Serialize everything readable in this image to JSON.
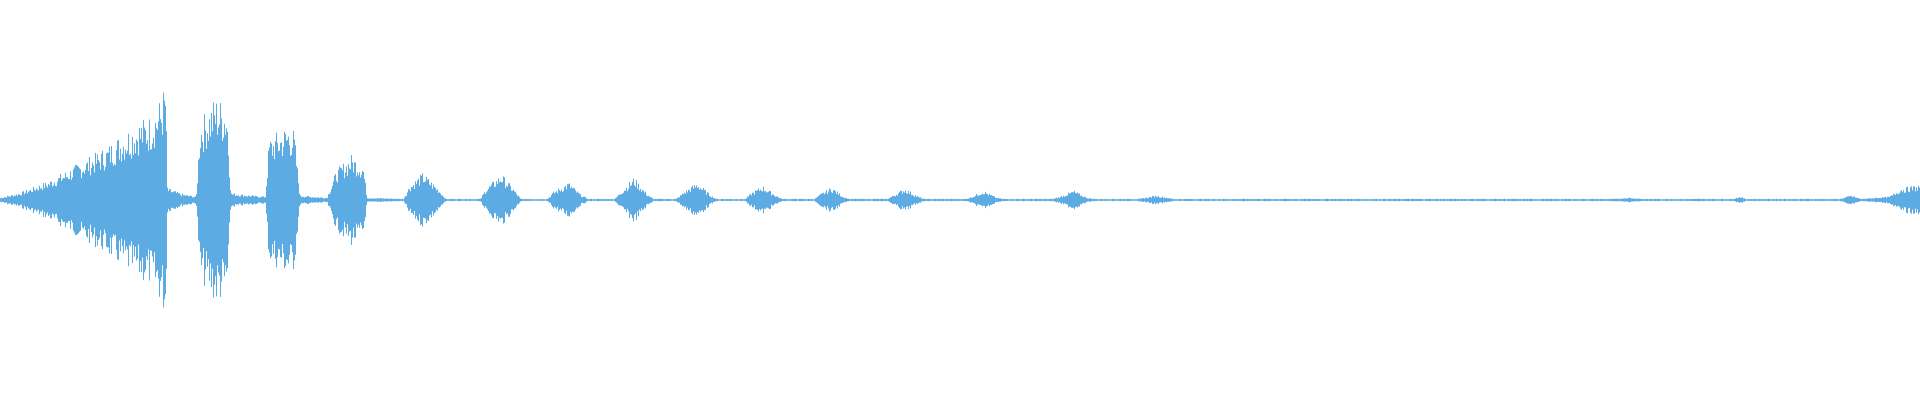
{
  "waveform": {
    "color": "#5dabe3",
    "background": "#ffffff",
    "envelope": [
      [
        0.0,
        0.02
      ],
      [
        0.01,
        0.06
      ],
      [
        0.025,
        0.16
      ],
      [
        0.04,
        0.3
      ],
      [
        0.055,
        0.44
      ],
      [
        0.065,
        0.58
      ],
      [
        0.072,
        0.66
      ],
      [
        0.078,
        0.7
      ],
      [
        0.084,
        0.86
      ],
      [
        0.086,
        1.0
      ],
      [
        0.087,
        0.1
      ],
      [
        0.095,
        0.05
      ],
      [
        0.102,
        0.03
      ],
      [
        0.104,
        0.66
      ],
      [
        0.112,
        0.86
      ],
      [
        0.118,
        0.8
      ],
      [
        0.12,
        0.06
      ],
      [
        0.13,
        0.04
      ],
      [
        0.138,
        0.03
      ],
      [
        0.14,
        0.52
      ],
      [
        0.15,
        0.63
      ],
      [
        0.153,
        0.58
      ],
      [
        0.156,
        0.04
      ],
      [
        0.17,
        0.02
      ],
      [
        0.175,
        0.25
      ],
      [
        0.183,
        0.38
      ],
      [
        0.189,
        0.3
      ],
      [
        0.191,
        0.02
      ],
      [
        0.21,
        0.01
      ],
      [
        0.213,
        0.12
      ],
      [
        0.22,
        0.23
      ],
      [
        0.228,
        0.1
      ],
      [
        0.232,
        0.01
      ],
      [
        0.25,
        0.01
      ],
      [
        0.253,
        0.1
      ],
      [
        0.261,
        0.22
      ],
      [
        0.268,
        0.08
      ],
      [
        0.271,
        0.01
      ],
      [
        0.285,
        0.01
      ],
      [
        0.288,
        0.07
      ],
      [
        0.296,
        0.15
      ],
      [
        0.302,
        0.05
      ],
      [
        0.306,
        0.01
      ],
      [
        0.32,
        0.01
      ],
      [
        0.323,
        0.07
      ],
      [
        0.33,
        0.19
      ],
      [
        0.337,
        0.05
      ],
      [
        0.34,
        0.01
      ],
      [
        0.352,
        0.01
      ],
      [
        0.356,
        0.07
      ],
      [
        0.363,
        0.15
      ],
      [
        0.37,
        0.04
      ],
      [
        0.373,
        0.01
      ],
      [
        0.388,
        0.01
      ],
      [
        0.391,
        0.06
      ],
      [
        0.397,
        0.12
      ],
      [
        0.404,
        0.04
      ],
      [
        0.407,
        0.01
      ],
      [
        0.424,
        0.01
      ],
      [
        0.427,
        0.05
      ],
      [
        0.433,
        0.11
      ],
      [
        0.439,
        0.03
      ],
      [
        0.442,
        0.01
      ],
      [
        0.462,
        0.01
      ],
      [
        0.465,
        0.04
      ],
      [
        0.471,
        0.1
      ],
      [
        0.478,
        0.03
      ],
      [
        0.481,
        0.01
      ],
      [
        0.503,
        0.01
      ],
      [
        0.506,
        0.03
      ],
      [
        0.512,
        0.08
      ],
      [
        0.519,
        0.02
      ],
      [
        0.522,
        0.01
      ],
      [
        0.548,
        0.01
      ],
      [
        0.552,
        0.03
      ],
      [
        0.559,
        0.08
      ],
      [
        0.566,
        0.02
      ],
      [
        0.57,
        0.01
      ],
      [
        0.593,
        0.01
      ],
      [
        0.596,
        0.02
      ],
      [
        0.602,
        0.04
      ],
      [
        0.608,
        0.02
      ],
      [
        0.611,
        0.01
      ],
      [
        0.84,
        0.01
      ],
      [
        0.848,
        0.02
      ],
      [
        0.856,
        0.01
      ],
      [
        0.902,
        0.01
      ],
      [
        0.906,
        0.03
      ],
      [
        0.909,
        0.01
      ],
      [
        0.958,
        0.01
      ],
      [
        0.964,
        0.04
      ],
      [
        0.969,
        0.01
      ],
      [
        0.984,
        0.03
      ],
      [
        0.99,
        0.1
      ],
      [
        1.0,
        0.13
      ]
    ]
  }
}
